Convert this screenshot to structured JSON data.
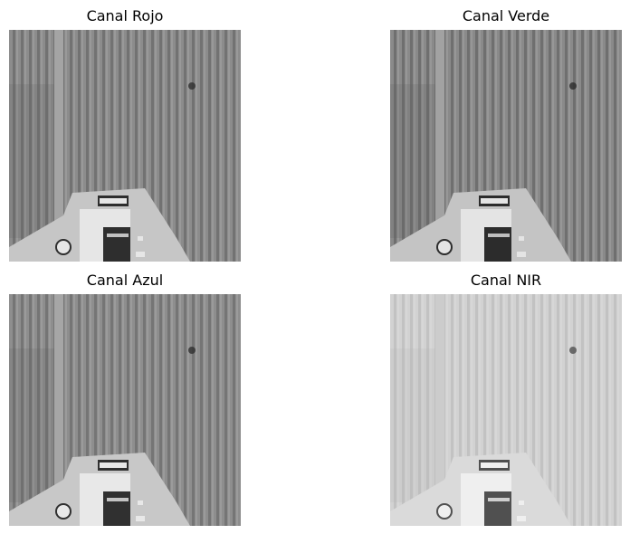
{
  "panels": [
    {
      "title": "Canal Rojo",
      "tone": "red"
    },
    {
      "title": "Canal Verde",
      "tone": "green"
    },
    {
      "title": "Canal Azul",
      "tone": "blue"
    },
    {
      "title": "Canal NIR",
      "tone": "nir"
    }
  ],
  "tones": {
    "red": {
      "field": "#8c8c8c",
      "row_dark": "#5c5c5c",
      "row_light": "#a8a8a8",
      "road": "#a4a4a4",
      "yard": "#c6c6c6",
      "roof": "#e6e6e6",
      "shadow": "#2e2e2e"
    },
    "green": {
      "field": "#8a8a8a",
      "row_dark": "#5a5a5a",
      "row_light": "#a6a6a6",
      "road": "#a2a2a2",
      "yard": "#c4c4c4",
      "roof": "#e4e4e4",
      "shadow": "#2c2c2c"
    },
    "blue": {
      "field": "#8e8e8e",
      "row_dark": "#606060",
      "row_light": "#aaaaaa",
      "road": "#a6a6a6",
      "yard": "#c8c8c8",
      "roof": "#e8e8e8",
      "shadow": "#303030"
    },
    "nir": {
      "field": "#d2d2d2",
      "row_dark": "#b4b4b4",
      "row_light": "#dedede",
      "road": "#cccccc",
      "yard": "#dadada",
      "roof": "#efefef",
      "shadow": "#505050"
    }
  }
}
